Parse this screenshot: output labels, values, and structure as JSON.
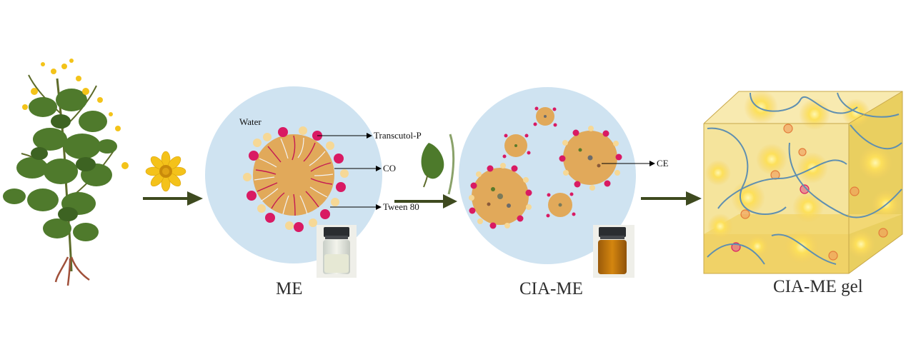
{
  "labels": {
    "water": "Water",
    "transcutol": "Transcutol-P",
    "co": "CO",
    "tween": "Tween 80",
    "ce": "CE",
    "me": "ME",
    "cia_me": "CIA-ME",
    "cia_me_gel": "CIA-ME gel"
  },
  "icons": {
    "plant": "chrysanthemum-plant-icon",
    "flower": "yellow-flower-icon",
    "leaf": "leaf-icon",
    "stem": "stem-icon",
    "vial_clear": "clear-vial-icon",
    "vial_amber": "amber-vial-icon",
    "gel_cube": "gel-cube-icon"
  },
  "colors": {
    "droplet_background": "#cfe3f1",
    "oil_core": "#e1a95a",
    "surfactant_head": "#d91a63",
    "cosurfactant_head": "#f6d896",
    "arrow": "#3e4a1f",
    "gel": "#f2df8a"
  }
}
